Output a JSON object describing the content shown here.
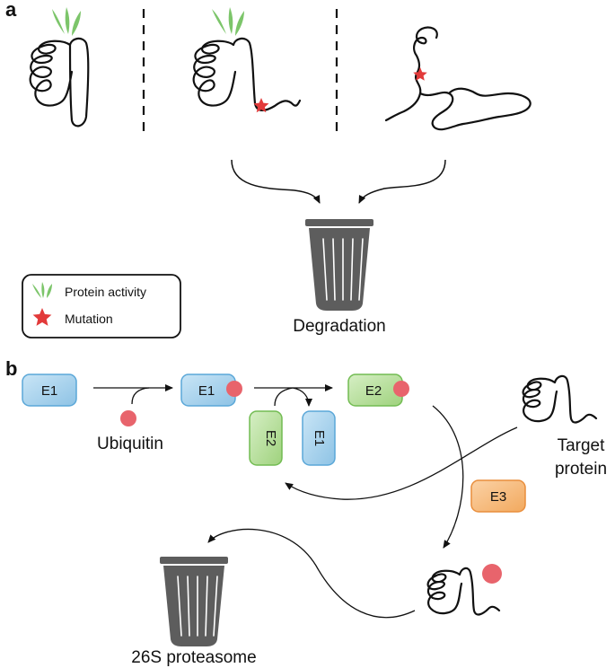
{
  "panels": {
    "a": {
      "letter": "a",
      "degradation_label": "Degradation",
      "legend": {
        "activity_label": "Protein activity",
        "mutation_label": "Mutation"
      }
    },
    "b": {
      "letter": "b",
      "e1_label": "E1",
      "e1_bound_label": "E1",
      "e2_bound_label": "E2",
      "e2_vertical_label": "E2",
      "e1_vertical_label": "E1",
      "e3_label": "E3",
      "ubiquitin_label": "Ubiquitin",
      "target_protein_line1": "Target",
      "target_protein_line2": "protein",
      "proteasome_label": "26S proteasome"
    }
  },
  "colors": {
    "e1_fill": "#9fcde9",
    "e1_stroke": "#5aa7d8",
    "e2_fill": "#b5de97",
    "e2_stroke": "#72bc52",
    "e3_fill": "#f8b97a",
    "e3_stroke": "#e98e3c",
    "ubiquitin": "#e8646c",
    "mutation_star": "#e23a3a",
    "activity_leaf": "#7cc56a",
    "bin": "#5d5d5d",
    "line": "#111111"
  },
  "icons": {
    "bin": "trash-bin-icon",
    "star": "mutation-star-icon",
    "leaf": "activity-leaves-icon"
  }
}
